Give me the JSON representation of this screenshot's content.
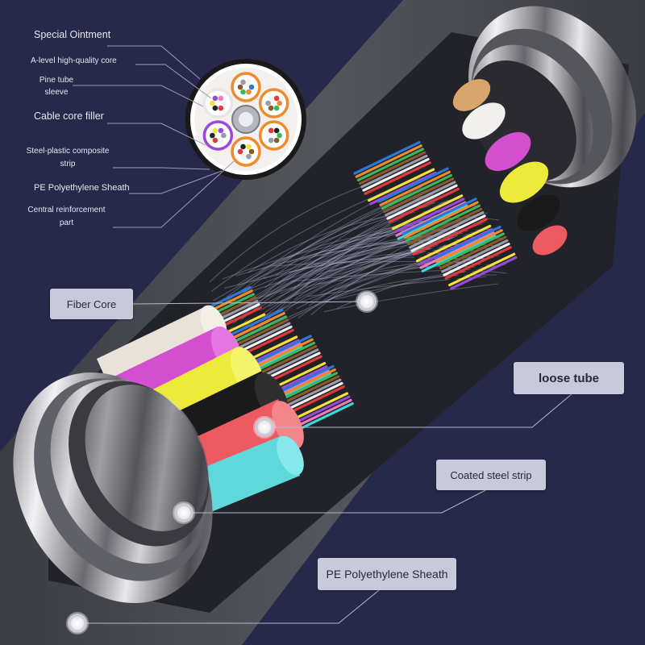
{
  "legend": {
    "special_ointment": "Special Ointment",
    "a_level_core": "A-level high-quality core",
    "pine_tube_1": "Pine tube",
    "pine_tube_2": "sleeve",
    "cable_core_filler": "Cable core filler",
    "steel_plastic_1": "Steel-plastic composite",
    "steel_plastic_2": "strip",
    "pe_sheath_small": "PE Polyethylene Sheath",
    "central_reinf_1": "Central reinforcement",
    "central_reinf_2": "part"
  },
  "callouts": {
    "fiber_core": "Fiber Core",
    "loose_tube": "loose tube",
    "coated_steel_strip": "Coated steel strip",
    "pe_sheath": "PE Polyethylene Sheath"
  },
  "colors": {
    "background": "#27294a",
    "label_box": "#c8c9da",
    "tube_colors": [
      "#e8e2d8",
      "#d44fd0",
      "#ecea3a",
      "#1a1a1a",
      "#ee5a62",
      "#5fd8dc",
      "#d8a56a"
    ],
    "fiber_colors": [
      "#2a78d8",
      "#f08a2a",
      "#3ab85a",
      "#8a5a2a",
      "#9a9aa8",
      "#f2f2f2",
      "#e23a3a",
      "#222222",
      "#f2e23a",
      "#9a4ad8",
      "#f07ac0",
      "#3ad8d8"
    ]
  }
}
